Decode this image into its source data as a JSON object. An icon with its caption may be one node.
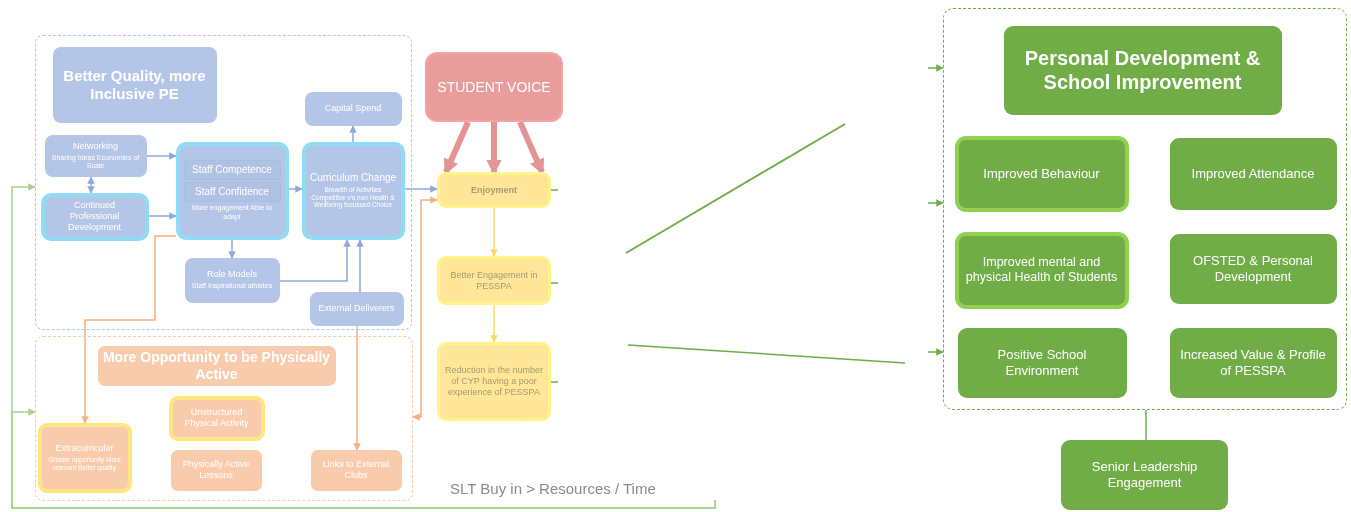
{
  "diagram": {
    "nodes": [
      {
        "text": [],
        "shape": "box"
      },
      {
        "text": [
          "Better Quality, more Inclusive PE"
        ],
        "in": 0
      },
      {
        "text": [
          "Networking",
          "Sharing Ideas Economies of Scale"
        ],
        "in": 0
      },
      {
        "text": [
          "Continued Professional Development"
        ],
        "in": 0
      },
      {
        "text": [
          "Staff Competence",
          "Staff Confidence",
          "More engagement Able to adapt"
        ],
        "in": 0
      },
      {
        "text": [
          "Capital Spend"
        ],
        "in": 0
      },
      {
        "text": [
          "Curriculum Change",
          "Breadth of Activities Competitive v's non Health & Wellbeing focussed Choice"
        ],
        "in": 0
      },
      {
        "text": [
          "Role Models",
          "Staff Inspirational athletes"
        ],
        "in": 0
      },
      {
        "text": [
          "External Deliverers"
        ],
        "in": 0
      },
      {
        "text": [],
        "shape": "box"
      },
      {
        "text": [
          "More Opportunity to be Physically Active"
        ],
        "in": 9
      },
      {
        "text": [
          "Unstructured Physical Activity"
        ],
        "in": 9
      },
      {
        "text": [
          "Extracurricular",
          "Greater opportunity More relevant Better quality"
        ],
        "in": 9
      },
      {
        "text": [
          "Physically Active Lessons"
        ],
        "in": 9
      },
      {
        "text": [
          "Links to External Clubs"
        ],
        "in": 9
      },
      {
        "text": [
          "STUDENT VOICE"
        ]
      },
      {
        "text": [
          "Enjoyment"
        ]
      },
      {
        "text": [
          "Better Engagement in PESSPA"
        ]
      },
      {
        "text": [
          "Reduction in the number of CYP having a poor experience of PESSPA"
        ]
      },
      {
        "text": [],
        "shape": "box"
      },
      {
        "text": [
          "Personal Development & School Improvement"
        ],
        "in": 19
      },
      {
        "text": [
          "Improved Behaviour"
        ],
        "in": 19
      },
      {
        "text": [
          "Improved Attendance"
        ],
        "in": 19
      },
      {
        "text": [
          "Improved mental and physical Health of Students"
        ],
        "in": 19
      },
      {
        "text": [
          "OFSTED & Personal Development"
        ],
        "in": 19
      },
      {
        "text": [
          "Positive School Environment"
        ],
        "in": 19
      },
      {
        "text": [
          "Increased Value & Profile of PESSPA"
        ],
        "in": 19
      },
      {
        "text": [
          "Senior Leadership Engagement"
        ]
      }
    ],
    "edges": [
      {
        "from": 2,
        "to": 4,
        "arrow": "to"
      },
      {
        "from": 3,
        "to": 4,
        "arrow": "to"
      },
      {
        "from": 2,
        "to": 3,
        "arrow": "both"
      },
      {
        "from": 4,
        "to": 6,
        "arrow": "to"
      },
      {
        "from": 6,
        "to": 5,
        "arrow": "to"
      },
      {
        "from": 4,
        "to": 7,
        "arrow": "to"
      },
      {
        "from": 7,
        "to": 6,
        "arrow": "to"
      },
      {
        "from": 8,
        "to": 6,
        "arrow": "to"
      },
      {
        "from": 6,
        "to": 16,
        "arrow": "to"
      },
      {
        "from": 4,
        "to": 12,
        "arrow": "to",
        "color": "#f4b183"
      },
      {
        "from": 8,
        "to": 14,
        "arrow": "to",
        "color": "#f4b183"
      },
      {
        "from": 16,
        "to": 9,
        "arrow": "both",
        "color": "#f4b183"
      },
      {
        "from": 15,
        "to": 16,
        "arrow": "to",
        "style": "thick",
        "color": "#e39595"
      },
      {
        "from": 15,
        "to": 16,
        "arrow": "to",
        "style": "thick",
        "color": "#e39595"
      },
      {
        "from": 15,
        "to": 16,
        "arrow": "to",
        "style": "thick",
        "color": "#e39595"
      },
      {
        "from": 16,
        "to": 17,
        "arrow": "to",
        "color": "#ffd966"
      },
      {
        "from": 17,
        "to": 18,
        "arrow": "to",
        "color": "#ffd966"
      },
      {
        "from": 16,
        "to": null,
        "arrow": "none",
        "color": "#70ad47"
      },
      {
        "from": 17,
        "to": null,
        "arrow": "none",
        "color": "#70ad47"
      },
      {
        "from": 18,
        "to": null,
        "arrow": "none",
        "color": "#70ad47"
      },
      {
        "from": null,
        "to": 19,
        "arrow": "to",
        "color": "#70ad47"
      },
      {
        "from": null,
        "to": 19,
        "arrow": "to",
        "color": "#70ad47"
      },
      {
        "from": null,
        "to": 19,
        "arrow": "to",
        "color": "#70ad47"
      },
      {
        "from": 19,
        "to": 27,
        "arrow": "none",
        "color": "#70ad47"
      },
      {
        "from": null,
        "to": 0,
        "arrow": "to",
        "color": "#a9d18e"
      },
      {
        "from": null,
        "to": 9,
        "arrow": "to",
        "color": "#a9d18e"
      }
    ],
    "labels": [
      "SLT Buy in > Resources / Time"
    ]
  }
}
